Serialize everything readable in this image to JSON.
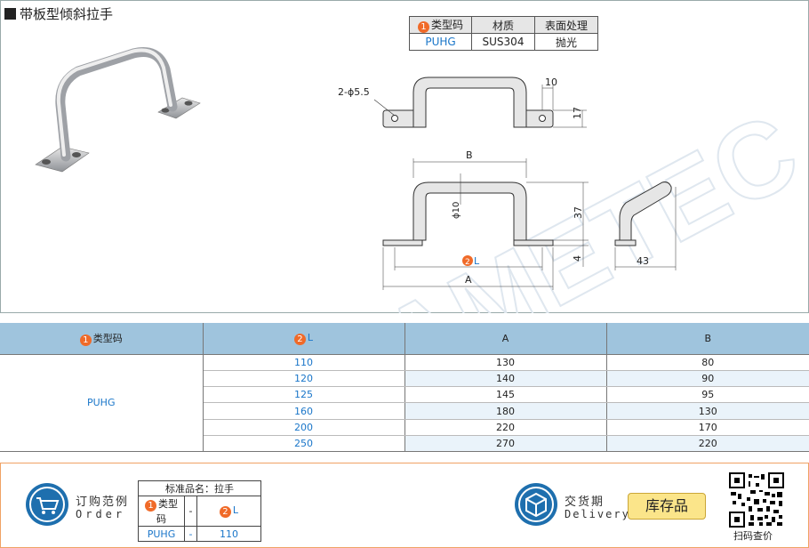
{
  "title": "带板型倾斜拉手",
  "spec_table": {
    "headers": [
      "类型码",
      "材质",
      "表面处理"
    ],
    "header_badge": "1",
    "row": [
      "PUHG",
      "SUS304",
      "抛光"
    ]
  },
  "drawing": {
    "hole_label": "2-ϕ5.5",
    "dim_10": "10",
    "dim_17": "17",
    "dim_B": "B",
    "dim_phi10": "ϕ10",
    "dim_37": "37",
    "dim_4": "4",
    "dim_L": "L",
    "dim_L_badge": "2",
    "dim_A": "A",
    "dim_43": "43",
    "watermark": "SAMETEC"
  },
  "data_table": {
    "headers": [
      {
        "badge": "1",
        "text": "类型码"
      },
      {
        "badge": "2",
        "text": "L"
      },
      {
        "badge": "",
        "text": "A"
      },
      {
        "badge": "",
        "text": "B"
      }
    ],
    "type_code": "PUHG",
    "rows": [
      {
        "L": "110",
        "A": "130",
        "B": "80"
      },
      {
        "L": "120",
        "A": "140",
        "B": "90"
      },
      {
        "L": "125",
        "A": "145",
        "B": "95"
      },
      {
        "L": "160",
        "A": "180",
        "B": "130"
      },
      {
        "L": "200",
        "A": "220",
        "B": "170"
      },
      {
        "L": "250",
        "A": "270",
        "B": "220"
      }
    ]
  },
  "order": {
    "label_cn": "订购范例",
    "label_en": "Order",
    "standard_name": "标准品名：拉手",
    "col1_badge": "1",
    "col1": "类型码",
    "dash": "-",
    "col3_badge": "2",
    "col3": "L",
    "val_code": "PUHG",
    "val_dash": "-",
    "val_L": "110"
  },
  "delivery": {
    "label_cn": "交货期",
    "label_en": "Delivery",
    "stock": "库存品"
  },
  "qr": {
    "label": "扫码查价"
  },
  "colors": {
    "accent_blue": "#1a76c9",
    "header_blue": "#9fc4dd",
    "badge_orange": "#f06a28",
    "border_orange": "#f0a264",
    "stock_yellow": "#fbe58a"
  }
}
